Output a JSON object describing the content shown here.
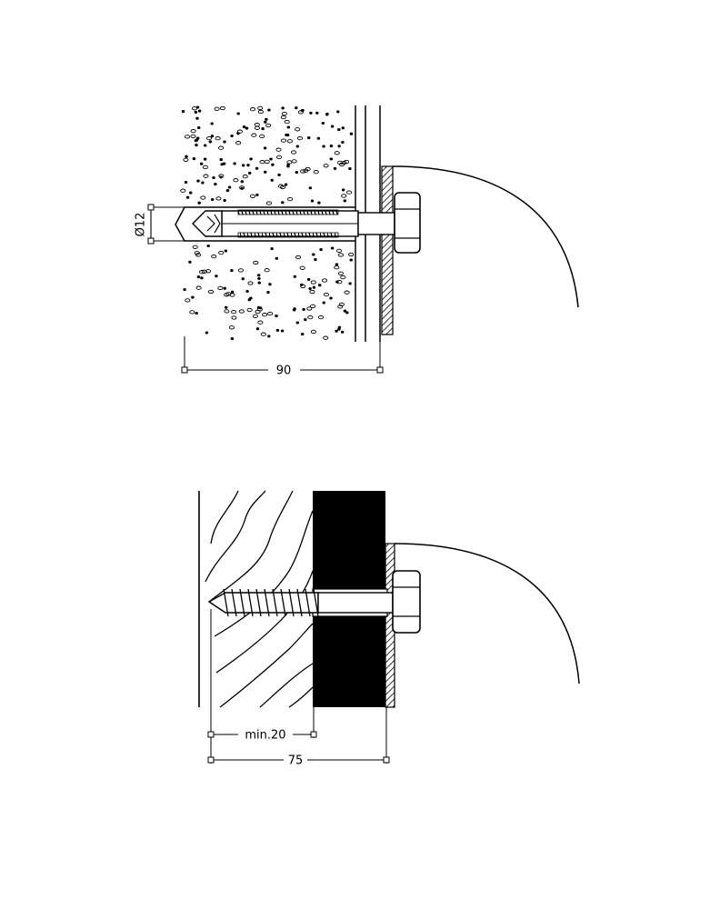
{
  "top_detail": {
    "diameter_label": "Ø12",
    "depth_label": "90"
  },
  "bottom_detail": {
    "min_label": "min.20",
    "total_label": "75"
  },
  "colors": {
    "line": "#000000",
    "background": "#ffffff"
  }
}
